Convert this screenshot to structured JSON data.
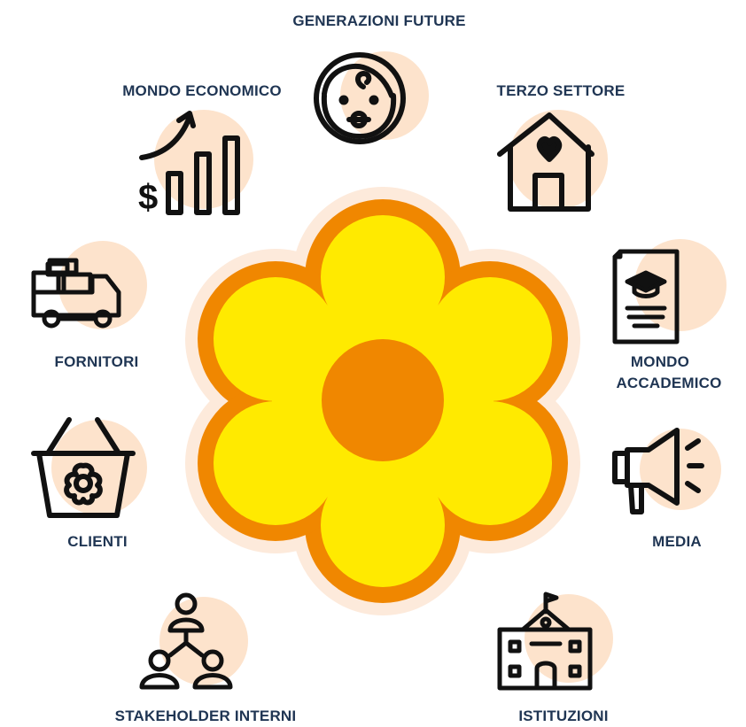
{
  "colors": {
    "label_text": "#1f3553",
    "icon_stroke": "#111111",
    "icon_bg": "#fde3cc",
    "halo": "#fdeadb",
    "petal_outer": "#f08700",
    "petal_inner": "#ffea00",
    "center": "#f08700"
  },
  "center": {
    "icon": "flower-icon"
  },
  "stakeholders": [
    {
      "id": "generazioni-future",
      "label": "GENERAZIONI FUTURE",
      "icon": "baby-icon"
    },
    {
      "id": "terzo-settore",
      "label": "TERZO SETTORE",
      "icon": "house-heart-icon"
    },
    {
      "id": "mondo-accademico",
      "label_lines": [
        "MONDO",
        "ACCADEMICO"
      ],
      "icon": "diploma-icon"
    },
    {
      "id": "media",
      "label": "MEDIA",
      "icon": "megaphone-icon"
    },
    {
      "id": "istituzioni",
      "label": "ISTITUZIONI",
      "icon": "institution-building-icon"
    },
    {
      "id": "stakeholder-interni",
      "label": "STAKEHOLDER INTERNI",
      "icon": "team-icon"
    },
    {
      "id": "clienti",
      "label": "CLIENTI",
      "icon": "shopping-basket-icon"
    },
    {
      "id": "fornitori",
      "label": "FORNITORI",
      "icon": "delivery-truck-icon"
    },
    {
      "id": "mondo-economico",
      "label": "MONDO ECONOMICO",
      "icon": "growth-chart-icon"
    }
  ]
}
